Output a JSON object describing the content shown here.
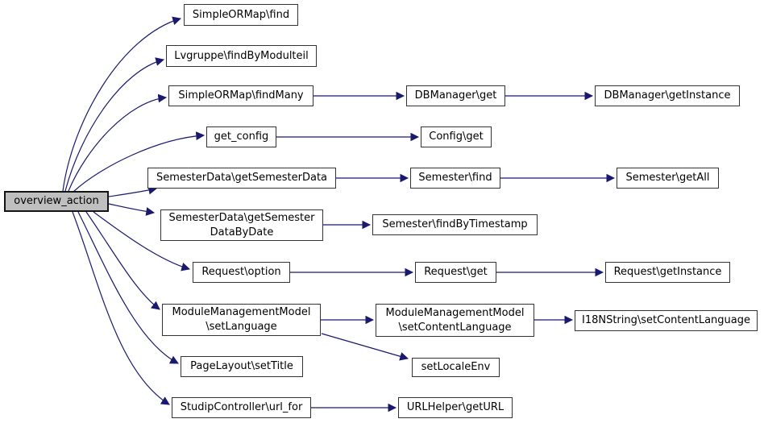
{
  "diagram": {
    "type": "call-graph",
    "root": "overview_action",
    "colors": {
      "edge": "#191970",
      "node_border": "#333333",
      "node_fill": "#ffffff",
      "highlight_fill": "#bfbfbf",
      "text": "#000000"
    },
    "nodes": [
      {
        "id": "overview_action",
        "label": "overview_action",
        "highlighted": true
      },
      {
        "id": "simpleormap_find",
        "label": "SimpleORMap\\find"
      },
      {
        "id": "lvgruppe_findbymodulteil",
        "label": "Lvgruppe\\findByModulteil"
      },
      {
        "id": "simpleormap_findmany",
        "label": "SimpleORMap\\findMany"
      },
      {
        "id": "get_config",
        "label": "get_config"
      },
      {
        "id": "semesterdata_getsemesterdata",
        "label": "SemesterData\\getSemesterData"
      },
      {
        "id": "semesterdata_getsemesterdatabydate",
        "label": "SemesterData\\getSemester\nDataByDate"
      },
      {
        "id": "request_option",
        "label": "Request\\option"
      },
      {
        "id": "modulemanagementmodel_setlanguage",
        "label": "ModuleManagementModel\n\\setLanguage"
      },
      {
        "id": "pagelayout_settitle",
        "label": "PageLayout\\setTitle"
      },
      {
        "id": "studipcontroller_url_for",
        "label": "StudipController\\url_for"
      },
      {
        "id": "dbmanager_get",
        "label": "DBManager\\get"
      },
      {
        "id": "config_get",
        "label": "Config\\get"
      },
      {
        "id": "semester_find",
        "label": "Semester\\find"
      },
      {
        "id": "semester_findbytimestamp",
        "label": "Semester\\findByTimestamp"
      },
      {
        "id": "request_get",
        "label": "Request\\get"
      },
      {
        "id": "modulemanagementmodel_setcontentlanguage",
        "label": "ModuleManagementModel\n\\setContentLanguage"
      },
      {
        "id": "setlocaleenv",
        "label": "setLocaleEnv"
      },
      {
        "id": "urlhelper_geturl",
        "label": "URLHelper\\getURL"
      },
      {
        "id": "dbmanager_getinstance",
        "label": "DBManager\\getInstance"
      },
      {
        "id": "semester_getall",
        "label": "Semester\\getAll"
      },
      {
        "id": "request_getinstance",
        "label": "Request\\getInstance"
      },
      {
        "id": "i18nstring_setcontentlanguage",
        "label": "I18NString\\setContentLanguage"
      }
    ],
    "edges": [
      {
        "from": "overview_action",
        "to": "simpleormap_find"
      },
      {
        "from": "overview_action",
        "to": "lvgruppe_findbymodulteil"
      },
      {
        "from": "overview_action",
        "to": "simpleormap_findmany"
      },
      {
        "from": "overview_action",
        "to": "get_config"
      },
      {
        "from": "overview_action",
        "to": "semesterdata_getsemesterdata"
      },
      {
        "from": "overview_action",
        "to": "semesterdata_getsemesterdatabydate"
      },
      {
        "from": "overview_action",
        "to": "request_option"
      },
      {
        "from": "overview_action",
        "to": "modulemanagementmodel_setlanguage"
      },
      {
        "from": "overview_action",
        "to": "pagelayout_settitle"
      },
      {
        "from": "overview_action",
        "to": "studipcontroller_url_for"
      },
      {
        "from": "simpleormap_findmany",
        "to": "dbmanager_get"
      },
      {
        "from": "dbmanager_get",
        "to": "dbmanager_getinstance"
      },
      {
        "from": "get_config",
        "to": "config_get"
      },
      {
        "from": "semesterdata_getsemesterdata",
        "to": "semester_find"
      },
      {
        "from": "semester_find",
        "to": "semester_getall"
      },
      {
        "from": "semesterdata_getsemesterdatabydate",
        "to": "semester_findbytimestamp"
      },
      {
        "from": "request_option",
        "to": "request_get"
      },
      {
        "from": "request_get",
        "to": "request_getinstance"
      },
      {
        "from": "modulemanagementmodel_setlanguage",
        "to": "modulemanagementmodel_setcontentlanguage"
      },
      {
        "from": "modulemanagementmodel_setlanguage",
        "to": "setlocaleenv"
      },
      {
        "from": "modulemanagementmodel_setcontentlanguage",
        "to": "i18nstring_setcontentlanguage"
      },
      {
        "from": "studipcontroller_url_for",
        "to": "urlhelper_geturl"
      }
    ]
  }
}
